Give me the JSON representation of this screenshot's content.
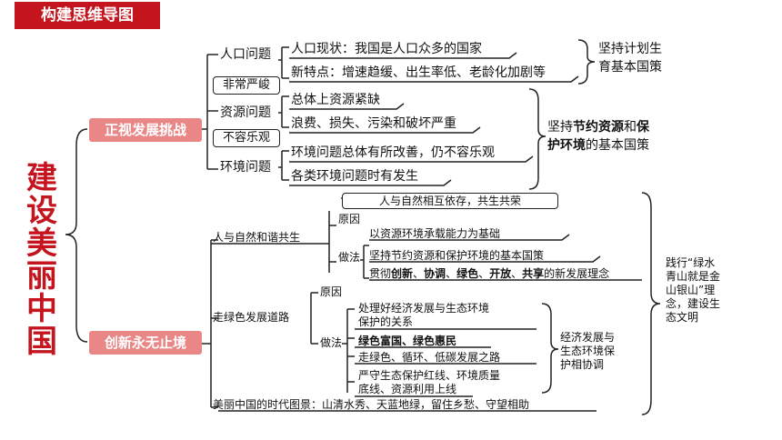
{
  "header": {
    "title": "构建思维导图"
  },
  "side_title": {
    "chars": [
      "建",
      "设",
      "美",
      "丽",
      "中",
      "国"
    ]
  },
  "pills": {
    "challenge": "正视发展挑战",
    "innovation": "创新永无止境"
  },
  "top": {
    "population": {
      "label": "人口问题",
      "items": [
        "人口现状：我国是人口众多的国家",
        "新特点：增速趋缓、出生率低、老龄化加剧等"
      ],
      "policy_line1": "坚持计划生",
      "policy_line2": "育基本国策"
    },
    "resource": {
      "tag": "非常严峻",
      "label": "资源问题",
      "items": [
        "总体上资源紧缺",
        "浪费、损失、污染和破坏严重"
      ]
    },
    "environment": {
      "tag": "不容乐观",
      "label": "环境问题",
      "items": [
        "环境问题总体有所改善，仍不容乐观",
        "各类环境问题时有发生"
      ]
    },
    "policy2": {
      "p1": "坚持",
      "b1": "节约资源",
      "p2": "和",
      "b2": "保",
      "b3": "护环境",
      "p3": "的基本国策"
    }
  },
  "bottom": {
    "harmony": {
      "label": "人与自然和谐共生",
      "reason_label": "原因",
      "reason_text": "人与自然相互依存，共生共荣",
      "method_label": "做法",
      "methods": [
        "以资源环境承载能力为基础",
        "坚持节约资源和保护环境的基本国策"
      ],
      "m3": {
        "p1": "贯彻",
        "b1": "创新",
        "s1": "、",
        "b2": "协调",
        "s2": "、",
        "b3": "绿色",
        "s3": "、",
        "b4": "开放",
        "s4": "、",
        "b5": "共享",
        "p2": "的新发展理念"
      }
    },
    "green": {
      "label": "走绿色发展道路",
      "reason_label": "原因",
      "method_label": "做法",
      "m1_line1": "处理好经济发展与生态环境",
      "m1_line2": "保护的关系",
      "m2": "绿色富国、绿色惠民",
      "m3": "走绿色、循环、低碳发展之路",
      "m4_line1": "严守生态保护红线、环境质量",
      "m4_line2": "底线、资源利用上线",
      "result_lines": [
        "经济发展与",
        "生态环境保",
        "护相协调"
      ]
    },
    "era": "美丽中国的时代图景：山清水秀、天蓝地绿，留住乡愁、守望相助",
    "practice_lines": [
      "践行“绿水",
      "青山就是金",
      "山银山”理",
      "念，建设生",
      "态文明"
    ]
  }
}
